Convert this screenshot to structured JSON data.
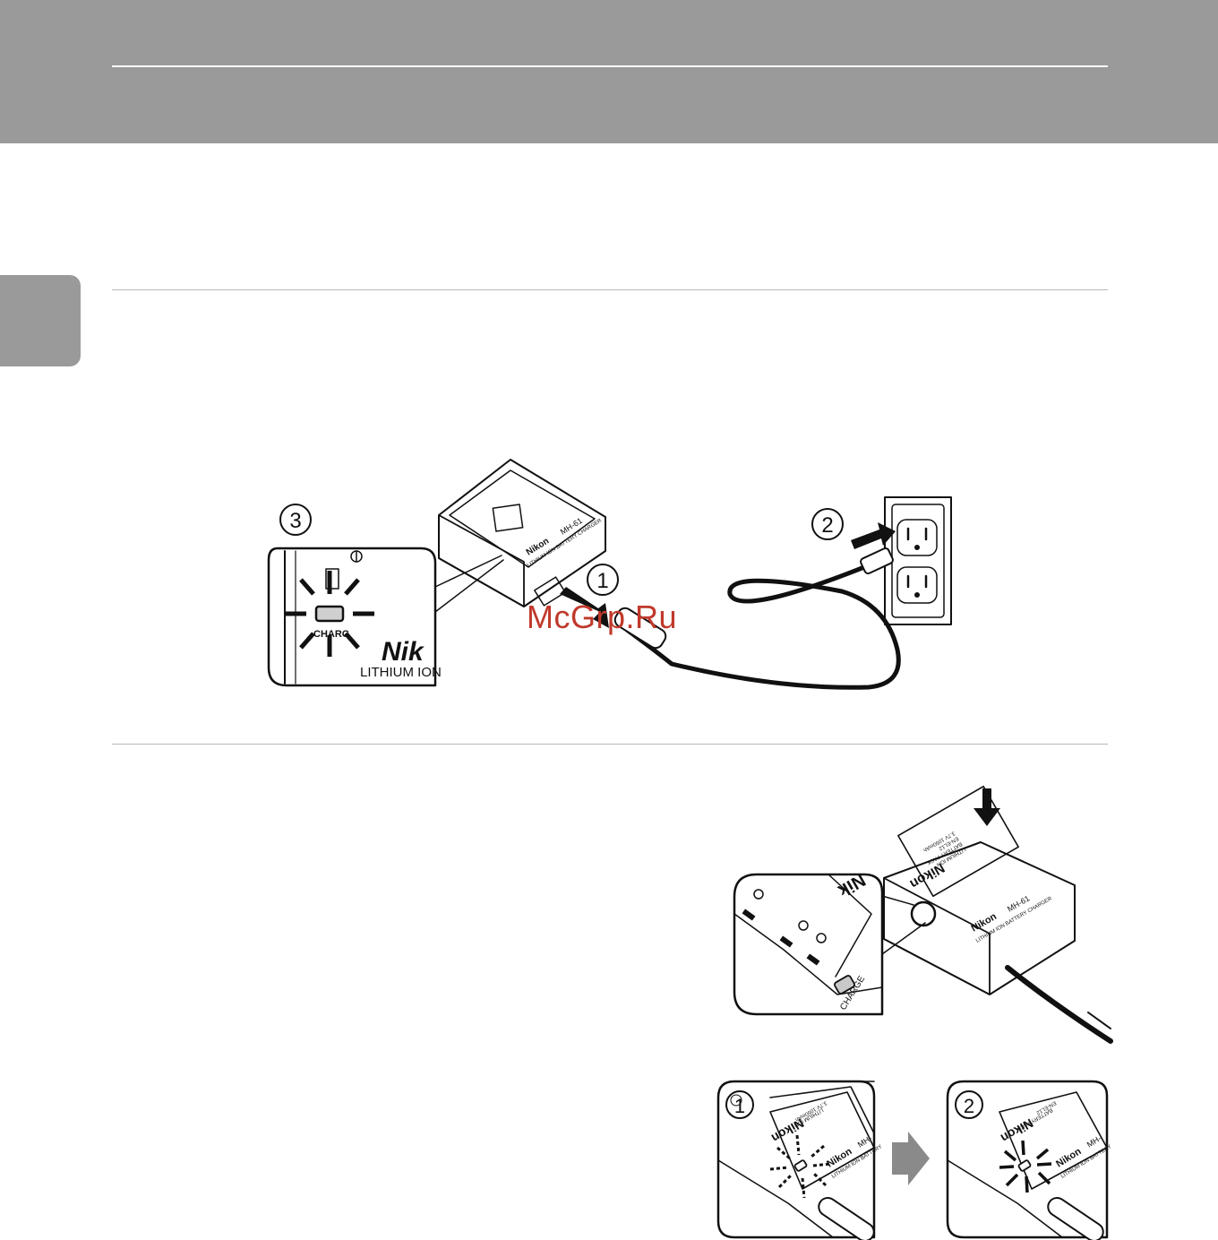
{
  "colors": {
    "band": "#9a9a9a",
    "ink": "#111111",
    "watermark": "#c0392b"
  },
  "figure1": {
    "step3": "3",
    "step1": "1",
    "step2": "2",
    "zoom_brand": "Nik",
    "zoom_text": "LITHIUM ION",
    "zoom_charge": "CHARG",
    "charger_brand": "Nikon",
    "charger_model": "MH-61",
    "charger_text": "LITHIUM ION BATTERY CHARGER"
  },
  "watermark": "McGrp.Ru",
  "figure2": {
    "battery_brand": "Nikon",
    "battery_lines": [
      "LITHIUM ION",
      "BATTERY PACK",
      "EN-EL12",
      "3.7V 1050mAh"
    ],
    "charger_brand": "Nikon",
    "charger_model": "MH-61",
    "charger_text": "LITHIUM ION BATTERY CHARGER",
    "zoom_brand": "Nik",
    "charge_label": "CHARGE"
  },
  "figure3": {
    "step1": "1",
    "step2": "2",
    "brand": "Nikon",
    "model": "MH-",
    "battery_lines": [
      "LITHIUM ION",
      "BATTERY PACK",
      "EN-EL12",
      "3.7V 1050mAh"
    ],
    "text": "LITHIUM ION BATTERY"
  }
}
